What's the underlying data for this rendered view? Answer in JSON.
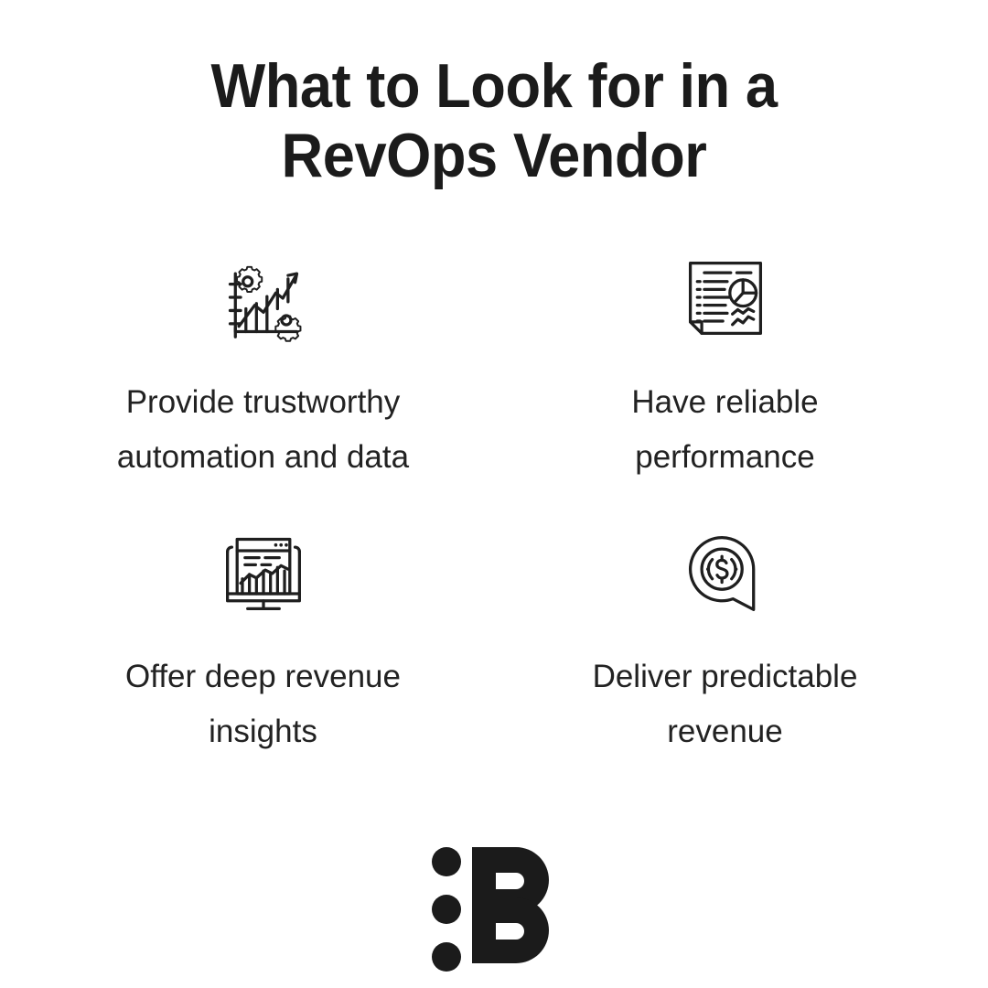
{
  "page": {
    "background_color": "#ffffff",
    "text_color": "#222222",
    "icon_color": "#1f1f1f"
  },
  "title": {
    "full": "What to Look for in a RevOps Vendor",
    "line1": "What to Look for in a",
    "line2": "RevOps Vendor"
  },
  "features": [
    {
      "icon": "growth-chart-gears-icon",
      "label": "Provide trustworthy\nautomation and data",
      "label_line1": "Provide trustworthy",
      "label_line2": "automation and data"
    },
    {
      "icon": "report-document-chart-icon",
      "label": "Have reliable\nperformance",
      "label_line1": "Have reliable",
      "label_line2": "performance"
    },
    {
      "icon": "desktop-analytics-monitor-icon",
      "label": "Offer deep revenue\ninsights",
      "label_line1": "Offer deep revenue",
      "label_line2": "insights"
    },
    {
      "icon": "dollar-speech-bubble-icon",
      "label": "Deliver predictable\nrevenue",
      "label_line1": "Deliver predictable",
      "label_line2": "revenue"
    }
  ],
  "logo": {
    "name": "b-letter-logo",
    "letter": "B",
    "dot_count": 3,
    "color": "#1b1b1b"
  }
}
